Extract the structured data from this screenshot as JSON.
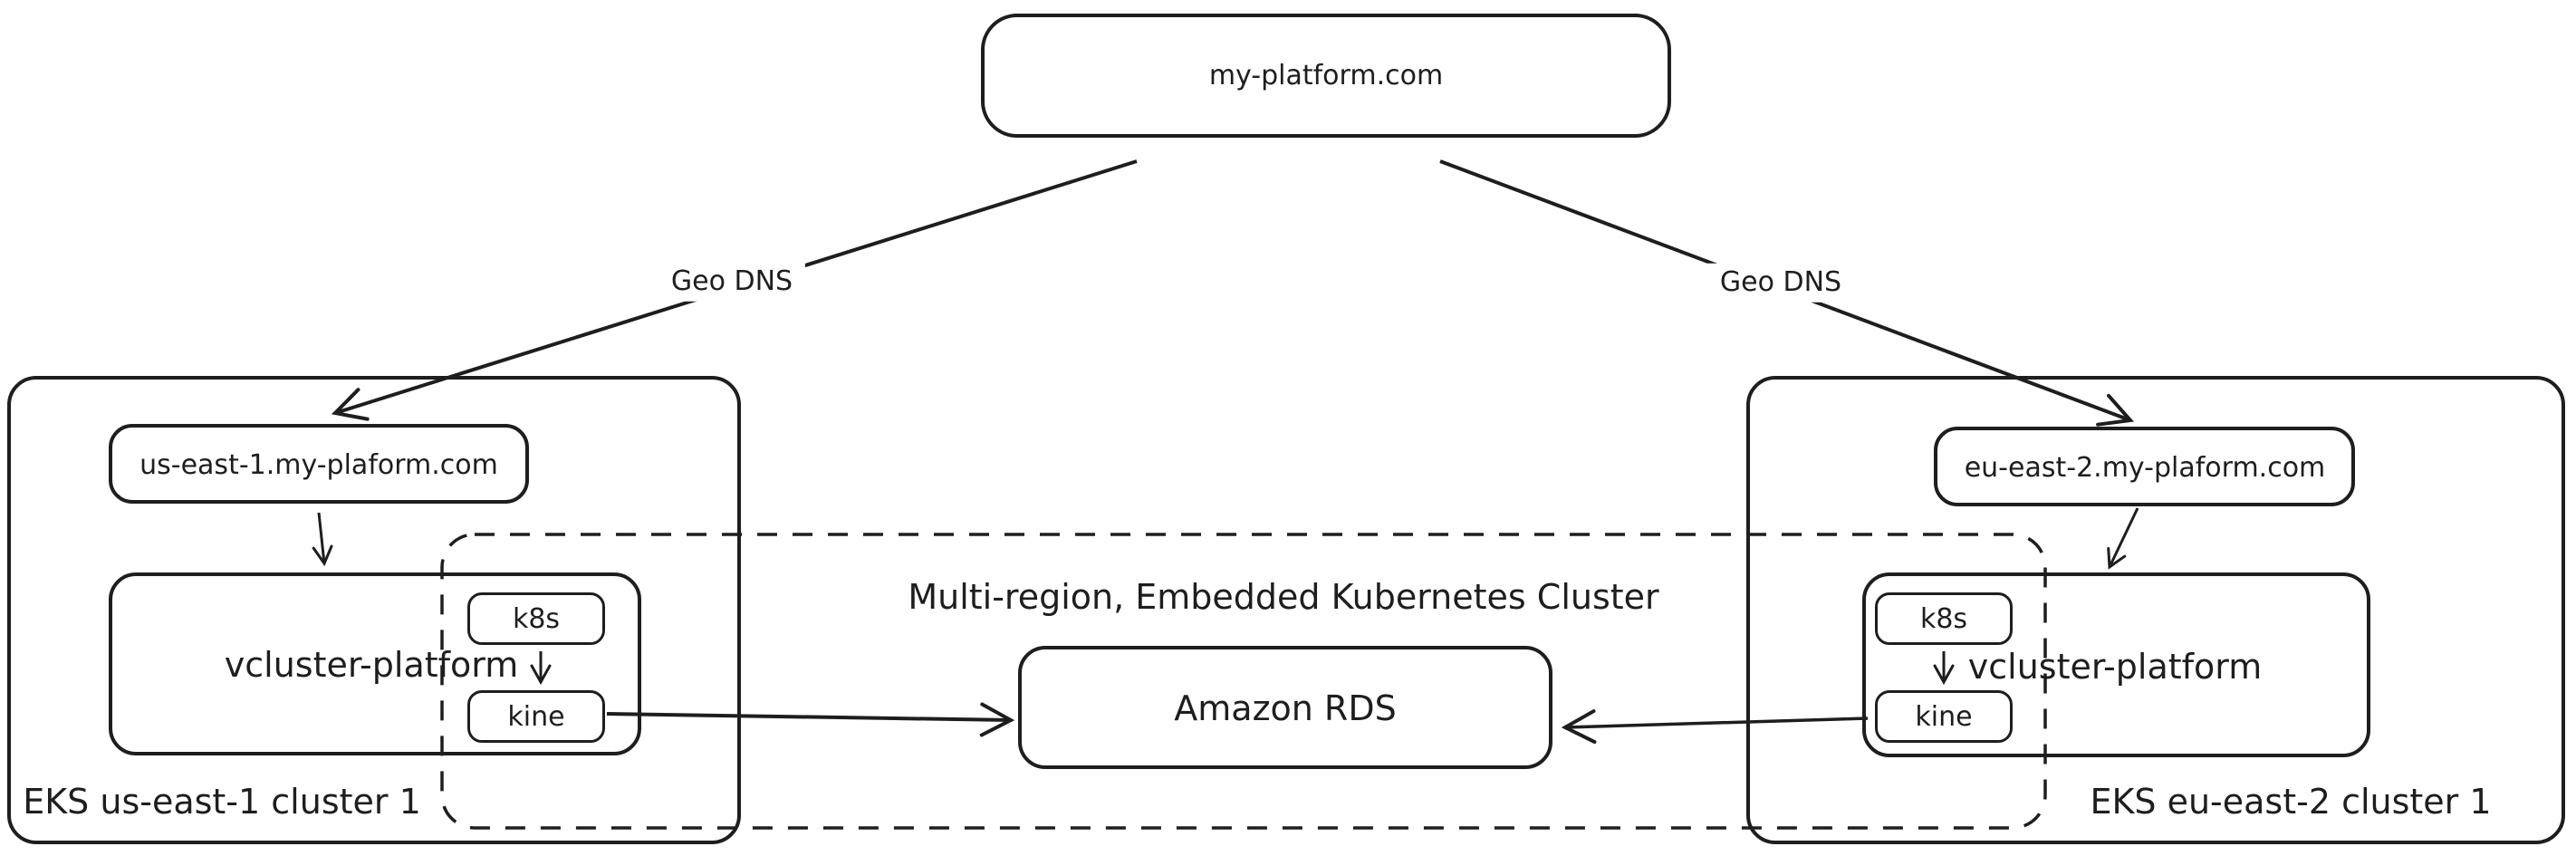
{
  "diagram": {
    "background": "#ffffff",
    "stroke_color": "#1e1e1e",
    "title": "Multi-region, Embedded Kubernetes Cluster",
    "root": {
      "label": "my-platform.com"
    },
    "dns_edge_left": {
      "label": "Geo DNS"
    },
    "dns_edge_right": {
      "label": "Geo DNS"
    },
    "left_cluster": {
      "name": "EKS us-east-1 cluster 1",
      "ingress": "us-east-1.my-plaform.com",
      "platform": "vcluster-platform",
      "k8s": "k8s",
      "kine": "kine"
    },
    "right_cluster": {
      "name": "EKS eu-east-2 cluster 1",
      "ingress": "eu-east-2.my-plaform.com",
      "platform": "vcluster-platform",
      "k8s": "k8s",
      "kine": "kine"
    },
    "database": {
      "label": "Amazon RDS"
    }
  }
}
